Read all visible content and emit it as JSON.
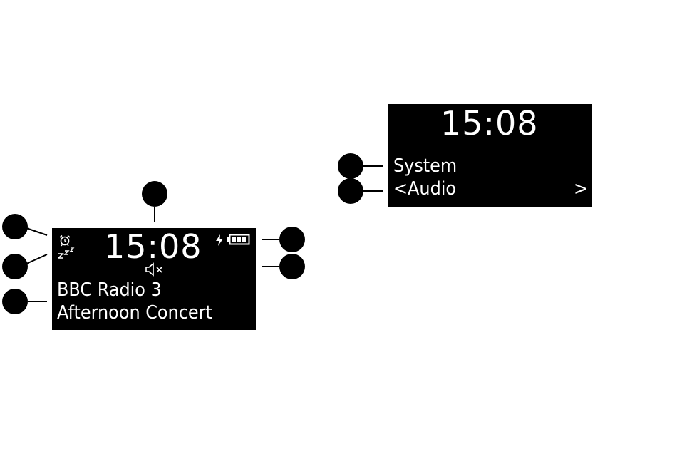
{
  "playing_screen": {
    "time": "15:08",
    "station": "BBC Radio 3",
    "programme": "Afternoon Concert",
    "icons": [
      "alarm-icon",
      "snooze-icon",
      "charging-icon",
      "battery-icon",
      "mute-icon"
    ]
  },
  "menu_screen": {
    "time": "15:08",
    "menu_title": "System",
    "menu_item": "<Audio",
    "next_arrow": ">"
  },
  "colors": {
    "screen_background": "#000000",
    "screen_text": "#ffffff",
    "callout": "#000000",
    "page_background": "#ffffff"
  }
}
